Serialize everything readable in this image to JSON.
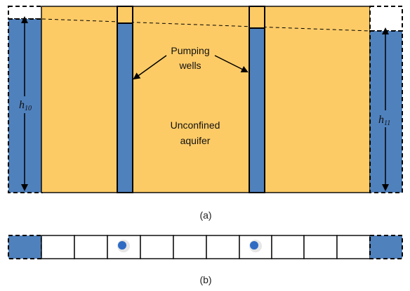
{
  "labels": {
    "pumping_line1": "Pumping",
    "pumping_line2": "wells",
    "aquifer_line1": "Unconfined",
    "aquifer_line2": "aquifer",
    "head_left_base": "h",
    "head_left_sub": "10",
    "head_right_base": "h",
    "head_right_sub": "11",
    "caption_a": "(a)",
    "caption_b": "(b)"
  },
  "colors": {
    "aquifer": "#FDCB66",
    "water": "#4F81BD",
    "outline": "#000000",
    "cell_fill": "#FFFFFF",
    "well_marker_outer": "#E6E6E6",
    "well_marker_inner": "#2F6BC2"
  }
}
